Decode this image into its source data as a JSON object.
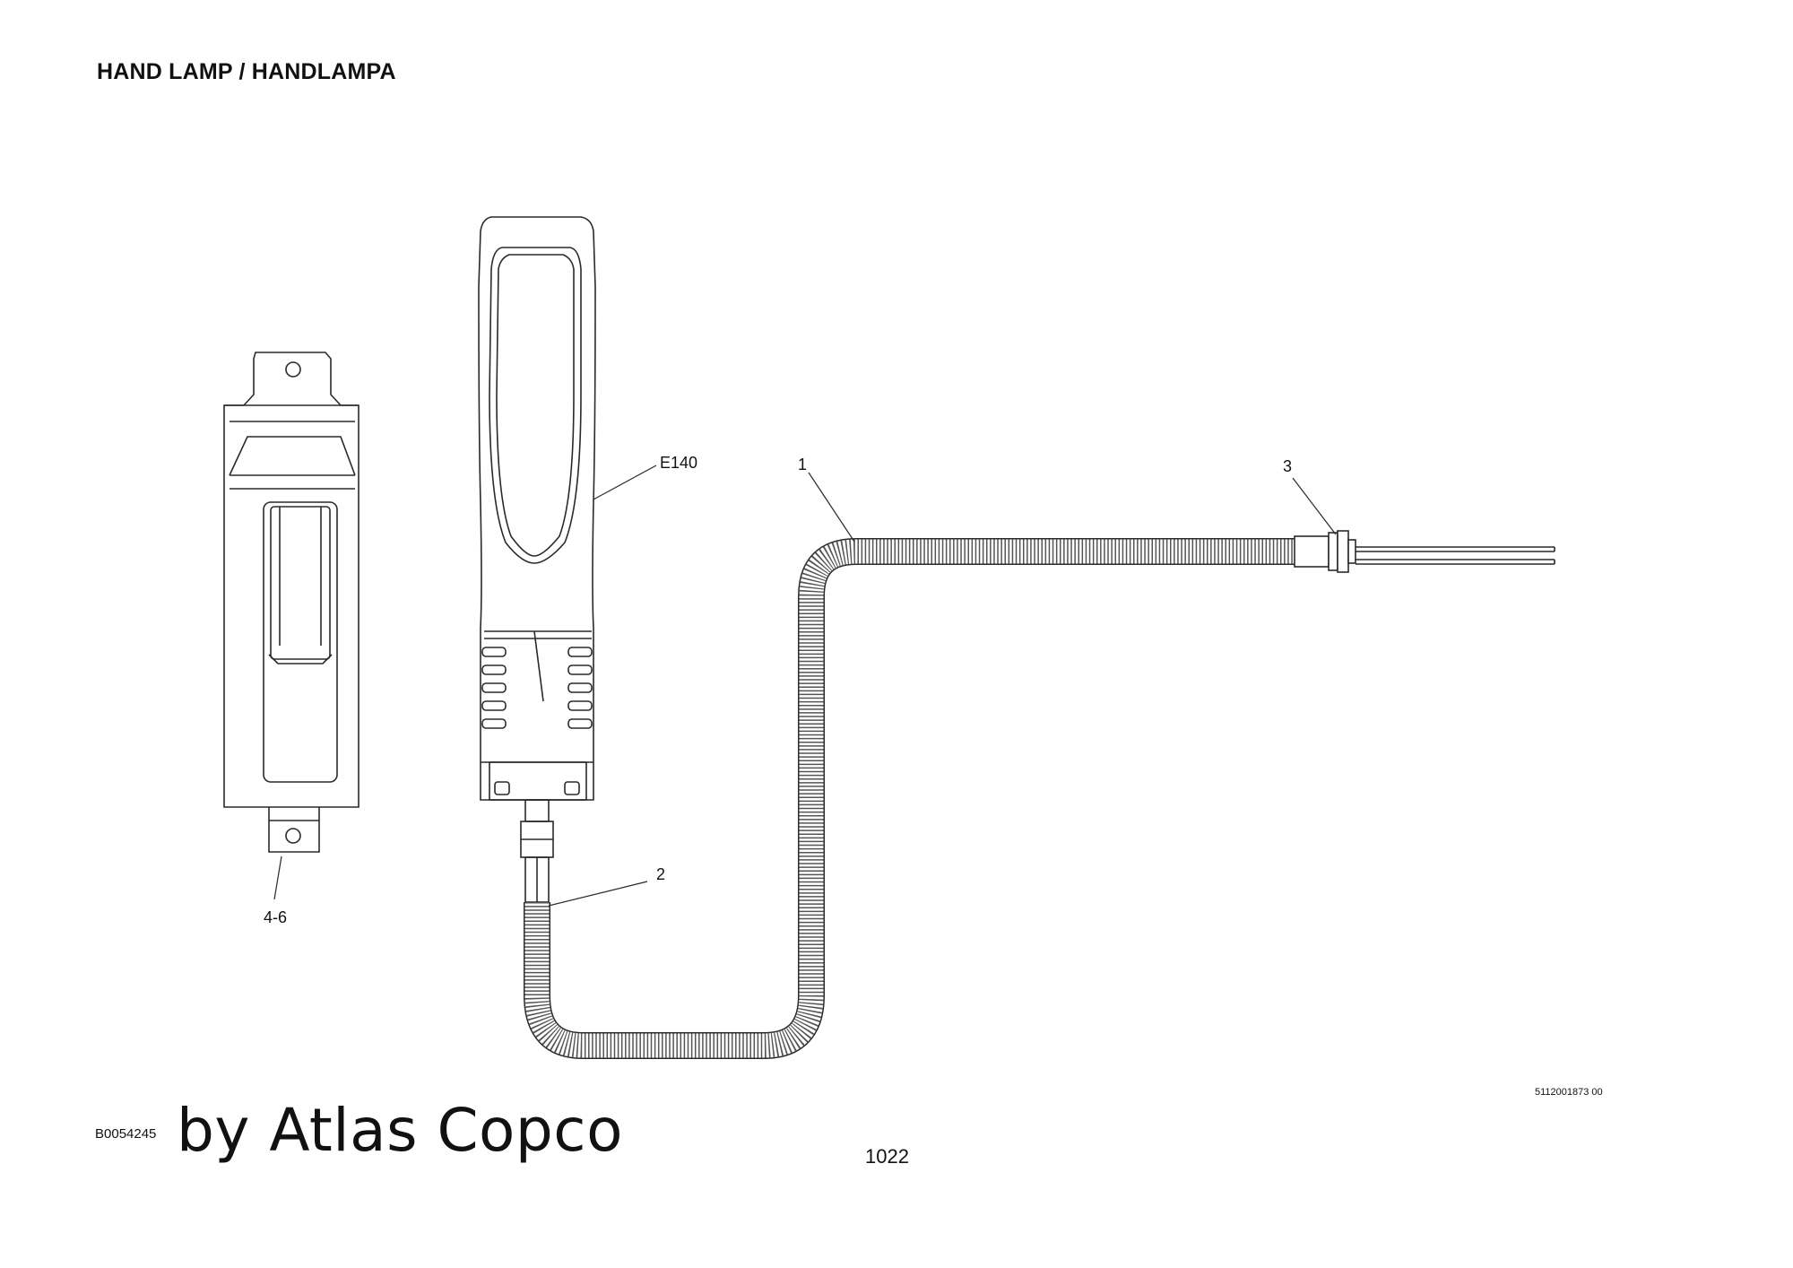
{
  "title": "HAND LAMP / HANDLAMPA",
  "callouts": {
    "lamp": "E140",
    "cable": "1",
    "connector": "2",
    "plug": "3",
    "holder": "4-6"
  },
  "drawing_ref": "5112001873 00",
  "doc_code": "B0054245",
  "brand": "by Atlas Copco",
  "page_number": "1022",
  "colors": {
    "line": "#2a2a2a",
    "background": "#ffffff"
  }
}
